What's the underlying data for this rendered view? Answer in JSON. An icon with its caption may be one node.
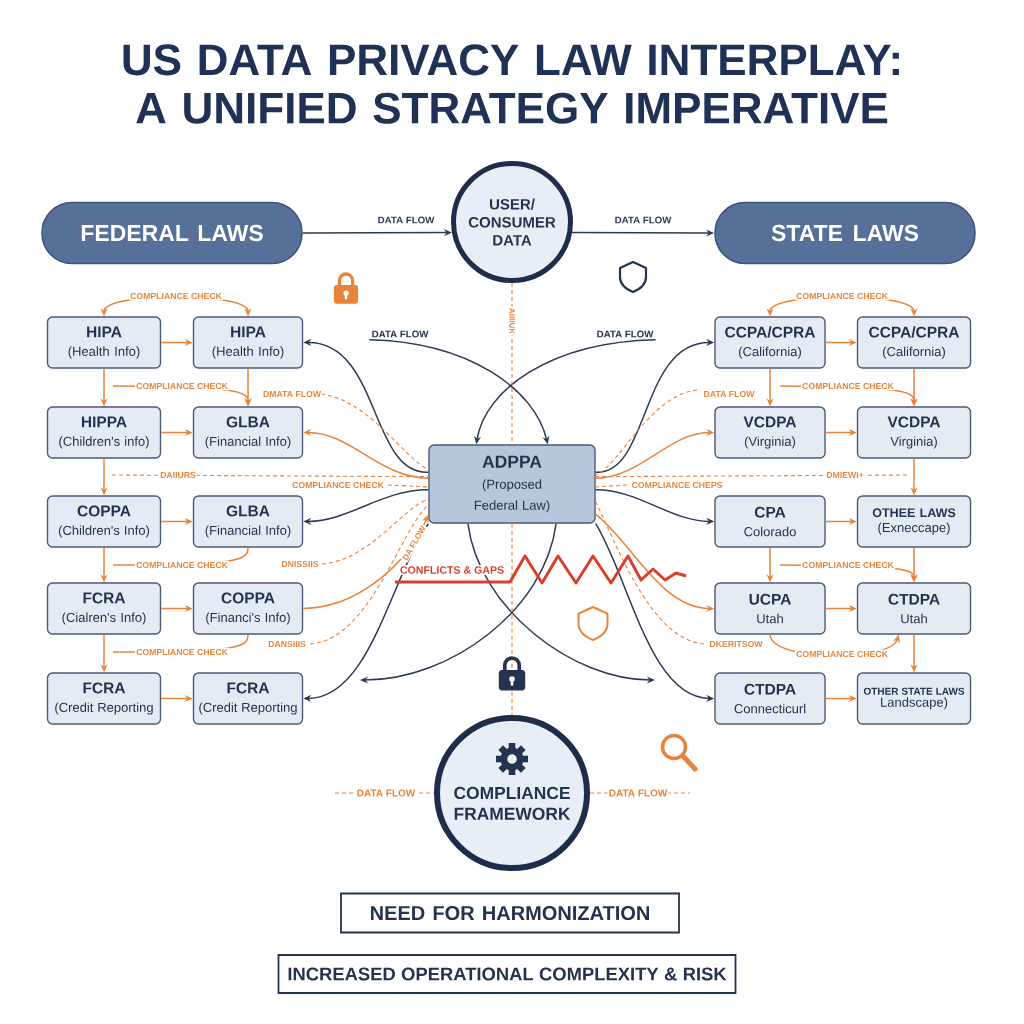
{
  "diagram": {
    "title": "US DATA PRIVACY LAW INTERPLAY: A UNIFIED STRATEGY IMPERATIVE",
    "nodes": [
      {
        "text": [
          "FEDERAL LAWS"
        ]
      },
      {
        "text": [
          "USER/ CONSUMER DATA"
        ]
      },
      {
        "text": [
          "STATE LAWS"
        ]
      },
      {
        "text": [
          "DATA FLOW"
        ]
      },
      {
        "text": [
          "DATA FLOW"
        ]
      },
      {
        "text": [
          "HIPA",
          "(Health Info)"
        ]
      },
      {
        "text": [
          "HIPA",
          "(Health Info)"
        ]
      },
      {
        "text": [
          "HIPPA",
          "(Children's info)"
        ]
      },
      {
        "text": [
          "GLBA",
          "(Financial Info)"
        ]
      },
      {
        "text": [
          "COPPA",
          "(Children's Info)"
        ]
      },
      {
        "text": [
          "GLBA",
          "(Financial Info)"
        ]
      },
      {
        "text": [
          "FCRA",
          "(Cialren's Info)"
        ]
      },
      {
        "text": [
          "COPPA",
          "(Financi's Info)"
        ]
      },
      {
        "text": [
          "FCRA",
          "(Credit Reporting"
        ]
      },
      {
        "text": [
          "FCRA",
          "(Credit Reporting"
        ]
      },
      {
        "text": [
          "ADPPA",
          "(Proposed Federal Law)"
        ]
      },
      {
        "text": [
          "CCPA/CPRA",
          "(California)"
        ]
      },
      {
        "text": [
          "CCPA/CPRA",
          "(California)"
        ]
      },
      {
        "text": [
          "VCDPA",
          "(Virginia)"
        ]
      },
      {
        "text": [
          "VCDPA",
          "Virginia)"
        ]
      },
      {
        "text": [
          "CPA",
          "Colorado"
        ]
      },
      {
        "text": [
          "OTHEE LAWS",
          "(Exneccape)"
        ]
      },
      {
        "text": [
          "UCPA",
          "Utah"
        ]
      },
      {
        "text": [
          "CTDPA",
          "Utah"
        ]
      },
      {
        "text": [
          "CTDPA",
          "Connecticurl"
        ]
      },
      {
        "text": [
          "OTHER STATE LAWS",
          "Landscape)"
        ]
      },
      {
        "text": [
          "COMPLIANCE FRAMEWORK"
        ]
      },
      {
        "text": [
          "NEED FOR HARMONIZATION"
        ]
      },
      {
        "text": [
          "INCREASED OPERATIONAL COMPLEXITY & RISK"
        ]
      }
    ],
    "edges": [
      {
        "from": 0,
        "to": 1,
        "arrow": "to",
        "label": "DATA FLOW",
        "color": "#2b3a55"
      },
      {
        "from": 1,
        "to": 2,
        "arrow": "to",
        "label": "DATA FLOW",
        "color": "#2b3a55"
      },
      {
        "from": 5,
        "to": 6,
        "arrow": "both",
        "label": "COMPLIANCE CHECK"
      },
      {
        "from": 5,
        "to": 6,
        "arrow": "to"
      },
      {
        "from": 7,
        "to": 8,
        "arrow": "to"
      },
      {
        "from": 9,
        "to": 10,
        "arrow": "to"
      },
      {
        "from": 11,
        "to": 12,
        "arrow": "to"
      },
      {
        "from": 13,
        "to": 14,
        "arrow": "to"
      },
      {
        "from": 5,
        "to": 7,
        "arrow": "to"
      },
      {
        "from": 7,
        "to": 9,
        "arrow": "to"
      },
      {
        "from": 9,
        "to": 11,
        "arrow": "to"
      },
      {
        "from": 11,
        "to": 13,
        "arrow": "to"
      },
      {
        "from": 6,
        "to": 8,
        "arrow": "to"
      },
      {
        "from": null,
        "to": 8,
        "arrow": "to",
        "label": "COMPLIANCE CHECK"
      },
      {
        "from": null,
        "to": 10,
        "arrow": "none",
        "label": "COMPLIANCE CHECK"
      },
      {
        "from": null,
        "to": 12,
        "arrow": "none",
        "label": "COMPLIANCE CHECK"
      },
      {
        "from": 16,
        "to": 17,
        "arrow": "both",
        "label": "COMPLIANCE CHECK"
      },
      {
        "from": 16,
        "to": 17,
        "arrow": "to"
      },
      {
        "from": 18,
        "to": 19,
        "arrow": "to"
      },
      {
        "from": 20,
        "to": 21,
        "arrow": "to"
      },
      {
        "from": 22,
        "to": 23,
        "arrow": "to"
      },
      {
        "from": 24,
        "to": 25,
        "arrow": "to"
      },
      {
        "from": 16,
        "to": 18,
        "arrow": "to"
      },
      {
        "from": 17,
        "to": 19,
        "arrow": "to"
      },
      {
        "from": null,
        "to": 19,
        "arrow": "to",
        "label": "COMPLIANCE CHECK"
      },
      {
        "from": 19,
        "to": 21,
        "arrow": "to"
      },
      {
        "from": 20,
        "to": 22,
        "arrow": "to"
      },
      {
        "from": 21,
        "to": 23,
        "arrow": "to"
      },
      {
        "from": null,
        "to": 23,
        "arrow": "to",
        "label": "COMPLIANCE CHECK"
      },
      {
        "from": 22,
        "to": 23,
        "arrow": "to",
        "label": "COMPLIANCE CHECK"
      },
      {
        "from": 23,
        "to": 25,
        "arrow": "to"
      },
      {
        "from": 15,
        "to": 6,
        "arrow": "to",
        "color": "#2b3a55"
      },
      {
        "from": 15,
        "to": 8,
        "arrow": "to"
      },
      {
        "from": 15,
        "to": 10,
        "arrow": "to",
        "color": "#2b3a55"
      },
      {
        "from": 12,
        "to": 15,
        "arrow": "to",
        "label": "DA FLOW"
      },
      {
        "from": 15,
        "to": 14,
        "arrow": "to",
        "color": "#2b3a55"
      },
      {
        "from": 15,
        "to": 16,
        "arrow": "to",
        "color": "#2b3a55"
      },
      {
        "from": 15,
        "to": 18,
        "arrow": "to"
      },
      {
        "from": 15,
        "to": 20,
        "arrow": "to",
        "color": "#2b3a55"
      },
      {
        "from": 15,
        "to": 22,
        "arrow": "to"
      },
      {
        "from": 15,
        "to": 24,
        "arrow": "to",
        "color": "#2b3a55"
      },
      {
        "from": 3,
        "to": 15,
        "arrow": "to",
        "color": "#2b3a55"
      },
      {
        "from": 4,
        "to": 15,
        "arrow": "to",
        "color": "#2b3a55"
      },
      {
        "from": 15,
        "to": null,
        "arrow": "to",
        "color": "#2b3a55"
      },
      {
        "from": 15,
        "to": null,
        "arrow": "to",
        "color": "#2b3a55"
      },
      {
        "from": null,
        "to": 15,
        "arrow": "none",
        "label": "DMATA FLOW",
        "style": "dashed"
      },
      {
        "from": null,
        "to": 15,
        "arrow": "none",
        "label": "DAIIURS",
        "style": "dashed"
      },
      {
        "from": null,
        "to": 15,
        "arrow": "none",
        "label": "COMPLIANCE CHECK",
        "style": "dashed"
      },
      {
        "from": null,
        "to": 15,
        "arrow": "none",
        "label": "DNISSIIS",
        "style": "dashed"
      },
      {
        "from": null,
        "to": 15,
        "arrow": "none",
        "label": "DANSIIIS",
        "style": "dashed"
      },
      {
        "from": null,
        "to": 15,
        "arrow": "none",
        "label": "DATA FLOW",
        "style": "dashed"
      },
      {
        "from": null,
        "to": 15,
        "arrow": "none",
        "label": "COMPLIANCE CHEPS",
        "style": "dashed"
      },
      {
        "from": null,
        "to": 15,
        "arrow": "none",
        "label": "DMIEWI+",
        "style": "dashed"
      },
      {
        "from": null,
        "to": 15,
        "arrow": "none",
        "label": "DKERITSOW",
        "style": "dashed"
      },
      {
        "from": 1,
        "to": 15,
        "arrow": "none",
        "label": "AIIIIUK",
        "style": "dashed"
      },
      {
        "from": 15,
        "to": 26,
        "arrow": "none",
        "style": "dashed"
      },
      {
        "from": null,
        "to": 26,
        "arrow": "none",
        "label": "DATA FLOW",
        "style": "dashed"
      },
      {
        "from": 26,
        "to": null,
        "arrow": "none",
        "label": "DATA FLOW",
        "style": "dashed"
      }
    ],
    "labels": [
      "CONFLICTS & GAPS"
    ]
  }
}
